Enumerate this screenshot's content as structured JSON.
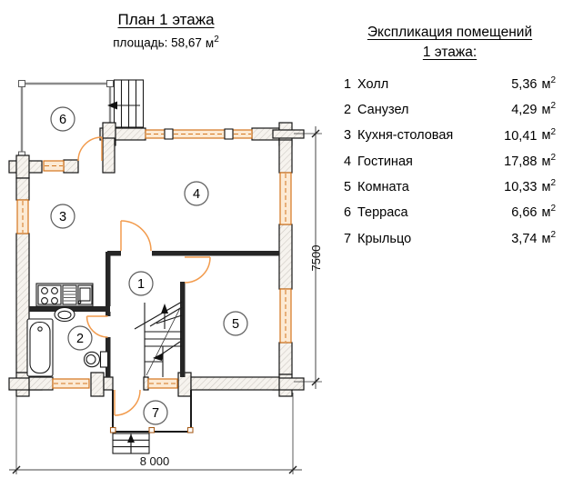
{
  "header": {
    "title": "План 1 этажа",
    "area_label": "площадь: 58,67"
  },
  "unit": {
    "base": "м",
    "sup": "2"
  },
  "legend": {
    "title_line1": "Экспликация помещений",
    "title_line2": "1 этажа:"
  },
  "rooms": [
    {
      "num": "1",
      "name": "Холл",
      "area": "5,36"
    },
    {
      "num": "2",
      "name": "Санузел",
      "area": "4,29"
    },
    {
      "num": "3",
      "name": "Кухня-столовая",
      "area": "10,41"
    },
    {
      "num": "4",
      "name": "Гостиная",
      "area": "17,88"
    },
    {
      "num": "5",
      "name": "Комната",
      "area": "10,33"
    },
    {
      "num": "6",
      "name": "Терраса",
      "area": "6,66"
    },
    {
      "num": "7",
      "name": "Крыльцо",
      "area": "3,74"
    }
  ],
  "dimensions": {
    "width": "8 000",
    "height": "7500"
  },
  "colors": {
    "window_frame": "#d4761f",
    "window_fill": "#fcead4",
    "door_arc": "#f29b4d",
    "wall_outline": "#151515",
    "terrace_wall": "#8c8c8c",
    "dimension": "#444444"
  }
}
